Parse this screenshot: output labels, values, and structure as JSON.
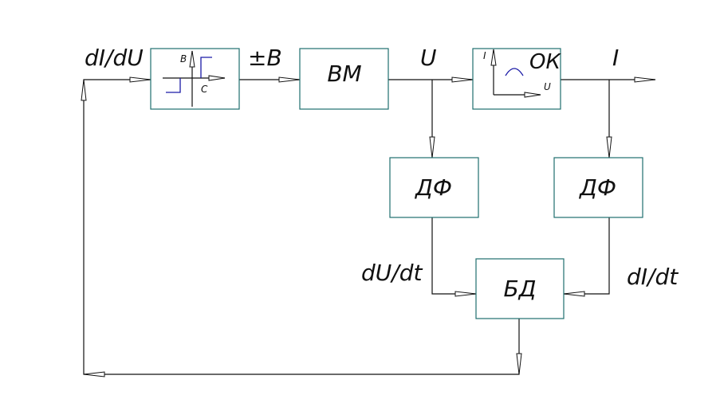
{
  "diagram": {
    "blocks": {
      "relay": {
        "axis_y": "B",
        "axis_x": "C"
      },
      "vm": "ВМ",
      "ok": {
        "title": "ОК",
        "axis_y": "I",
        "axis_x": "U"
      },
      "df_left": "ДФ",
      "df_right": "ДФ",
      "bd": "БД"
    },
    "signals": {
      "input": "dI/dU",
      "relay_out": "±B",
      "vm_out": "U",
      "output": "I",
      "du_dt": "dU/dt",
      "di_dt": "dI/dt"
    },
    "colors": {
      "box_border": "#1f6f6f",
      "relay_curve": "#1a1aa6",
      "ok_curve": "#1a1aa6",
      "lines": "#111111"
    }
  }
}
